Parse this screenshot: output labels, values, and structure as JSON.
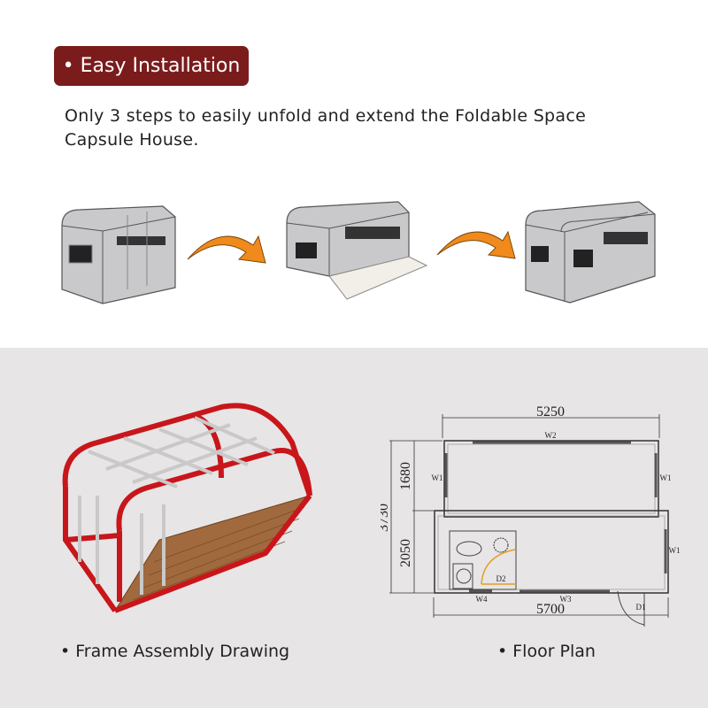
{
  "badge": {
    "label": "• Easy Installation"
  },
  "intro": {
    "text": "Only 3 steps to easily unfold and extend the Foldable Space Capsule House."
  },
  "captions": {
    "frame": "• Frame Assembly Drawing",
    "floor_plan": "• Floor Plan"
  },
  "floor_plan": {
    "width_top": "5250",
    "width_bottom": "5700",
    "height_total": "3730",
    "height_upper": "1680",
    "height_lower": "2050",
    "w1": "W1",
    "w2": "W2",
    "w3": "W3",
    "w4": "W4",
    "d1": "D1",
    "d2": "D2"
  },
  "colors": {
    "badge": "#7a1c1c",
    "arrow": "#f08a1c",
    "frame": "#c8161b",
    "floor": "#a06a3e",
    "bottom_bg": "#e7e5e6"
  }
}
